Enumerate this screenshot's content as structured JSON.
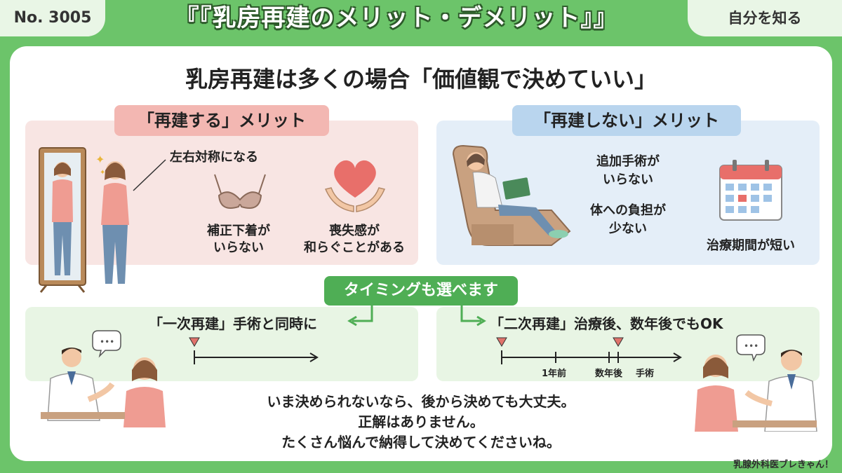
{
  "header": {
    "issue": "No. 3005",
    "title": "『『乳房再建のメリット・デメリット』』",
    "tag": "自分を知る"
  },
  "headline": "乳房再建は多くの場合「価値観で決めていい」",
  "left_panel": {
    "label": "「再建する」メリット",
    "items": {
      "symmetry": "左右対称になる",
      "underwear": [
        "補正下着が",
        "いらない"
      ],
      "loss": [
        "喪失感が",
        "和らぐことがある"
      ]
    }
  },
  "right_panel": {
    "label": "「再建しない」メリット",
    "items": {
      "surgery": [
        "追加手術が",
        "いらない"
      ],
      "burden": [
        "体への負担が",
        "少ない"
      ],
      "period": "治療期間が短い"
    }
  },
  "timing": {
    "label": "タイミングも選べます",
    "primary": "「一次再建」手術と同時に",
    "secondary": "「二次再建」治療後、数年後でもOK",
    "ticks": [
      "1年前",
      "数年後",
      "手術"
    ]
  },
  "footer": {
    "lines": [
      "いま決められないなら、後から決めても大丈夫。",
      "正解はありません。",
      "たくさん悩んで納得して決めてくださいね。"
    ],
    "credit": "乳腺外科医ブレきゃん！"
  },
  "colors": {
    "background": "#6cc46a",
    "accent_green": "#4fae55",
    "pink_label": "#f3b7b2",
    "blue_label": "#b9d5ee",
    "marker": "#e0736b"
  }
}
